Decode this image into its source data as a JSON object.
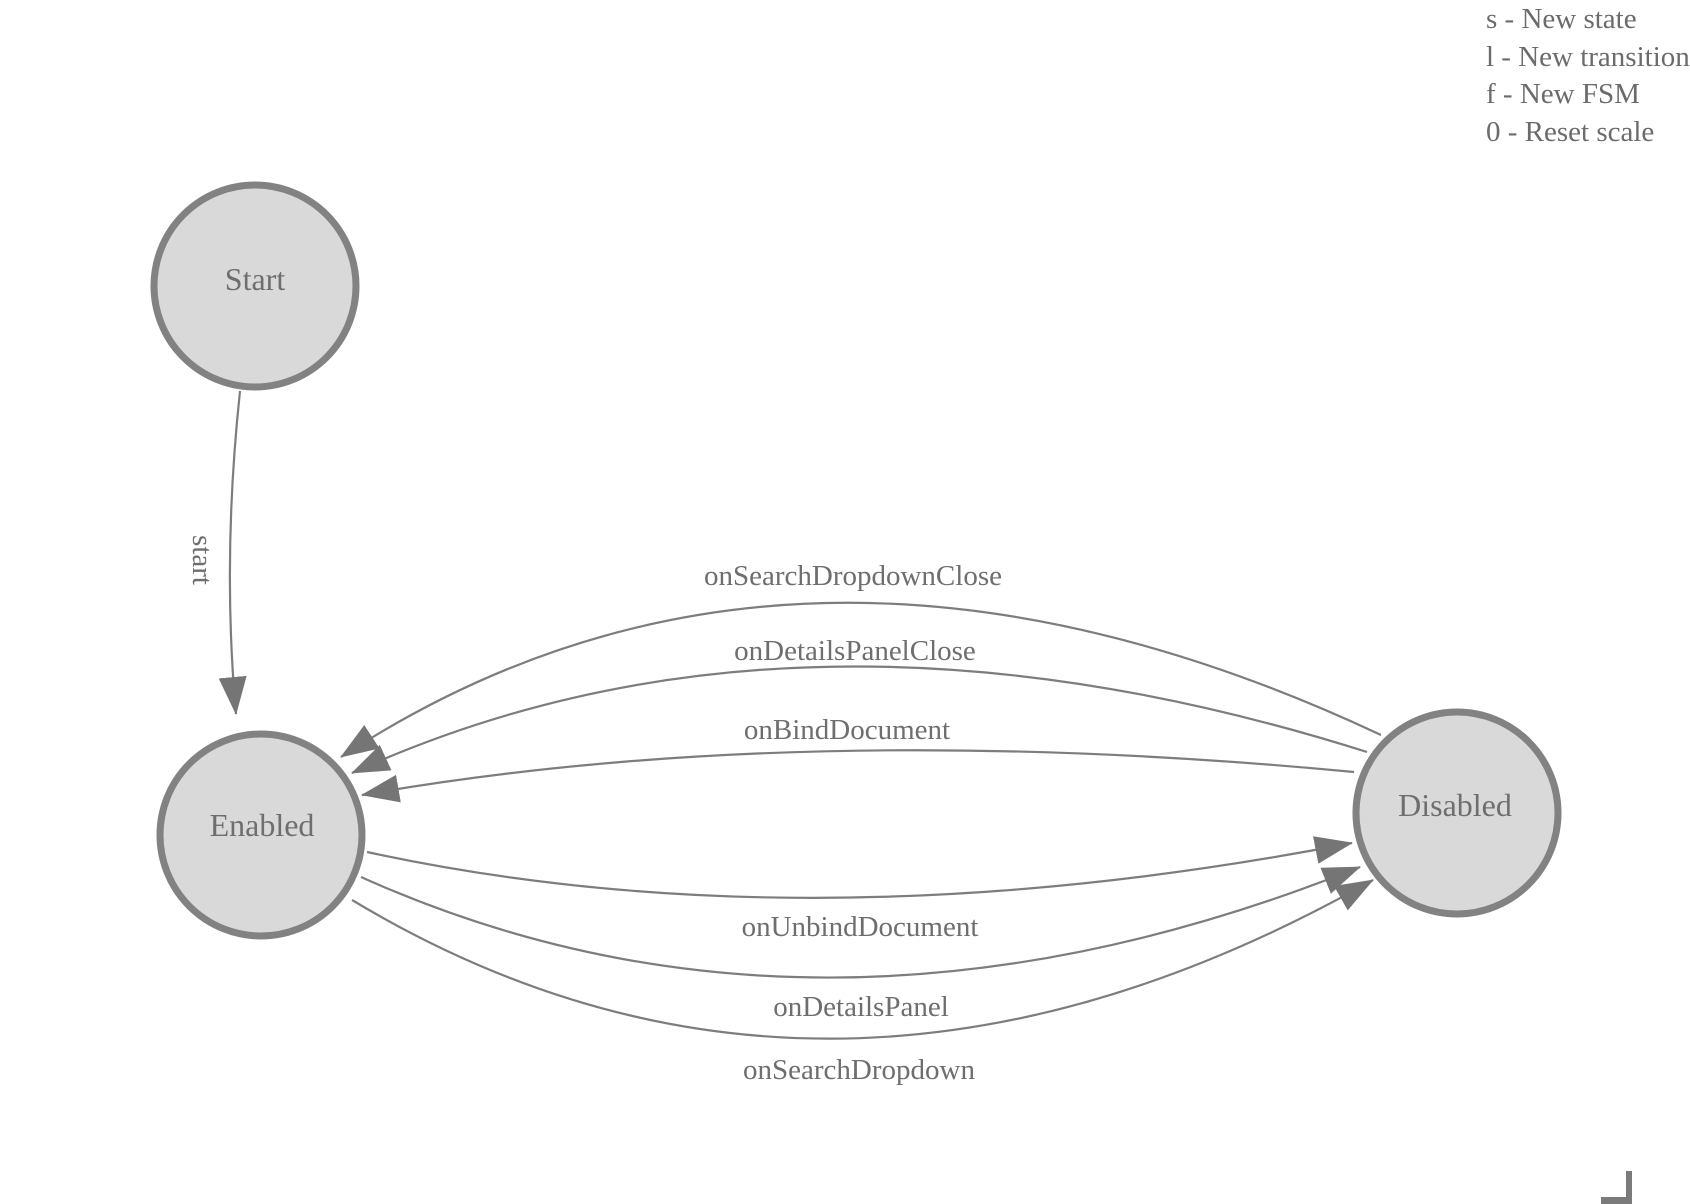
{
  "diagram_type": "finite-state-machine",
  "fsm": {
    "states": [
      {
        "label": "Start"
      },
      {
        "label": "Enabled"
      },
      {
        "label": "Disabled"
      }
    ],
    "transitions": [
      {
        "label": "start",
        "from": "Start",
        "to": "Enabled"
      },
      {
        "label": "onSearchDropdownClose",
        "from": "Disabled",
        "to": "Enabled"
      },
      {
        "label": "onDetailsPanelClose",
        "from": "Disabled",
        "to": "Enabled"
      },
      {
        "label": "onBindDocument",
        "from": "Disabled",
        "to": "Enabled"
      },
      {
        "label": "onUnbindDocument",
        "from": "Enabled",
        "to": "Disabled"
      },
      {
        "label": "onDetailsPanel",
        "from": "Enabled",
        "to": "Disabled"
      },
      {
        "label": "onSearchDropdown",
        "from": "Enabled",
        "to": "Disabled"
      }
    ]
  },
  "legend": {
    "items": [
      "s - New state",
      "l - New transition",
      "f - New FSM",
      "0 - Reset scale"
    ]
  },
  "colors": {
    "background": "#ffffff",
    "node_fill": "#d9d9d9",
    "node_stroke": "#828282",
    "edge_stroke": "#7d7d7d",
    "arrowhead": "#757575",
    "label_text": "#6e6e6e",
    "legend_text": "#6b6b6b"
  }
}
